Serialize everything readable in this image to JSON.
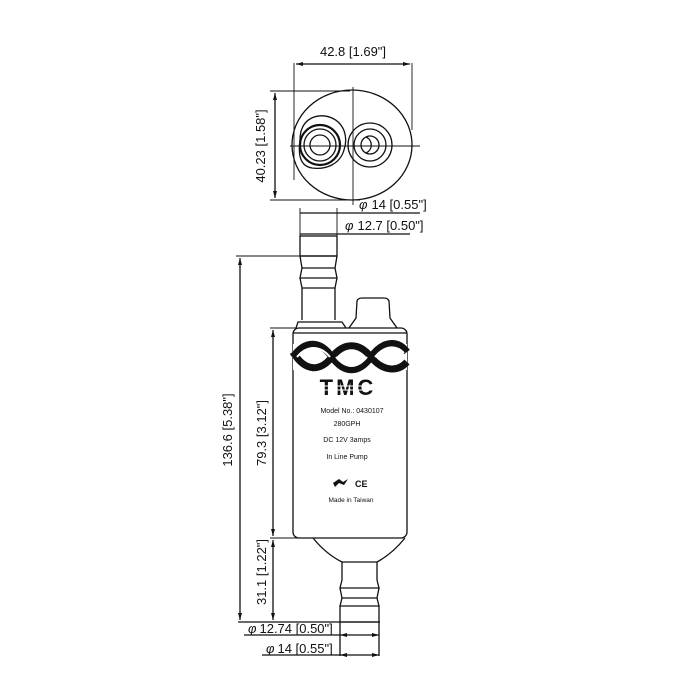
{
  "top_view": {
    "width_dim": "42.8 [1.69\"]",
    "height_dim": "40.23 [1.58\"]"
  },
  "inlet": {
    "outer_dia": "14 [0.55\"]",
    "inner_dia": "12.7 [0.50\"]",
    "phi": "φ"
  },
  "side_view": {
    "total_length": "136.6 [5.38\"]",
    "body_length": "79.3 [3.12\"]",
    "outlet_length": "31.1 [1.22\"]"
  },
  "outlet": {
    "inner_dia": "12.74 [0.50\"]",
    "outer_dia": "14 [0.55\"]",
    "phi": "φ"
  },
  "label": {
    "brand": "TMC",
    "model": "Model No.: 0430107",
    "flow": "280GPH",
    "power": "DC  12V  3amps",
    "type": "In Line Pump",
    "cert": "CE",
    "origin": "Made in Taiwan"
  }
}
